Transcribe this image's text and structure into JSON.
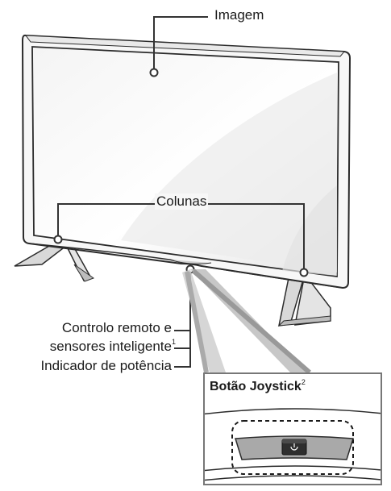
{
  "labels": {
    "screen": "Imagem",
    "speakers": "Colunas",
    "remote_sensor_line1": "Controlo remoto e",
    "remote_sensor_line2": "sensores inteligente",
    "remote_sensor_footnote": "1",
    "power_indicator": "Indicador de potência",
    "joystick_title": "Botão Joystick",
    "joystick_footnote": "2"
  },
  "icons": {
    "power_button": "power-icon"
  },
  "colors": {
    "frame": "#2b2b2b",
    "screen_edge": "#8a8a8a",
    "leader_line": "#333333",
    "callout_border": "#777777"
  }
}
